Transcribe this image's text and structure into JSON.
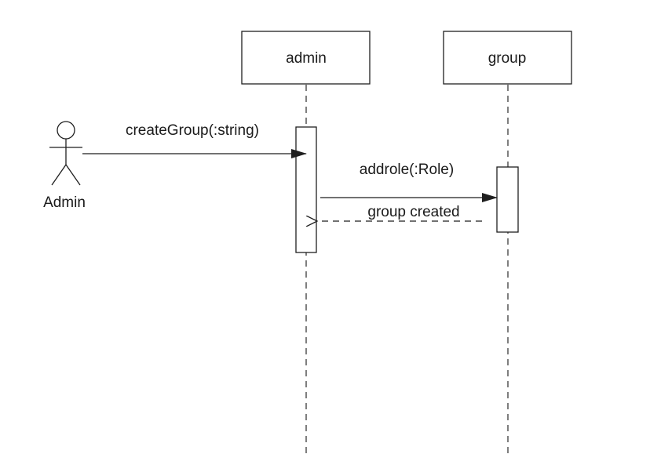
{
  "diagram": {
    "type": "uml-sequence",
    "actor": {
      "label": "Admin",
      "icon": "stick-figure-icon"
    },
    "lifelines": [
      {
        "label": "admin"
      },
      {
        "label": "group"
      }
    ],
    "messages": [
      {
        "label": "createGroup(:string)",
        "from": "Admin",
        "to": "admin",
        "kind": "synchronous"
      },
      {
        "label": "addrole(:Role)",
        "from": "admin",
        "to": "group",
        "kind": "synchronous"
      },
      {
        "label": "group created",
        "from": "group",
        "to": "admin",
        "kind": "return"
      }
    ]
  }
}
